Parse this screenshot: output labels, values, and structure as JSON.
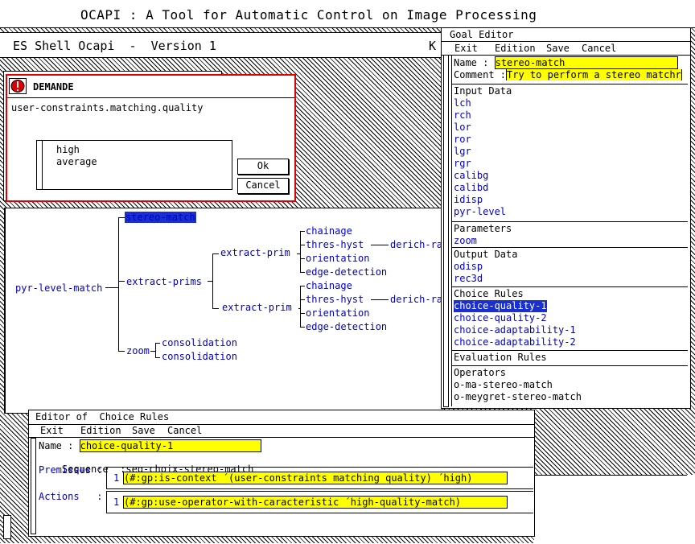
{
  "app": {
    "title": "OCAPI : A Tool for Automatic Control on Image Processing",
    "shell_title": "ES Shell Ocapi  -  Version 1",
    "shell_suffix": "K"
  },
  "demande": {
    "title": "DEMANDE",
    "question": "user-constraints.matching.quality",
    "options": [
      "high",
      "average"
    ],
    "ok_label": "Ok",
    "cancel_label": "Cancel",
    "icon": "exclamation-icon"
  },
  "tree": {
    "root": "pyr-level-match",
    "stereo": "stereo-match",
    "extract_prims": "extract-prims",
    "extract_prim_1": "extract-prim",
    "extract_prim_2": "extract-prim",
    "zoom": "zoom",
    "consolidation_1": "consolidation",
    "consolidation_2": "consolidation",
    "leaves_1": [
      "chainage",
      "thres-hyst",
      "orientation",
      "edge-detection"
    ],
    "leaves_2": [
      "chainage",
      "thres-hyst",
      "orientation",
      "edge-detection"
    ],
    "derich_1": "derich-ra",
    "derich_2": "derich-ra"
  },
  "goal_editor": {
    "title": "Goal Editor",
    "menu": [
      "Exit",
      "Edition",
      "Save",
      "Cancel"
    ],
    "name_label": "Name  :",
    "name_value": "stereo-match",
    "comment_label": "Comment :",
    "comment_value": "Try to perform a stereo matchr",
    "input_label": "Input Data",
    "inputs": [
      "lch",
      "rch",
      "lor",
      "ror",
      "lgr",
      "rgr",
      "calibg",
      "calibd",
      "idisp",
      "pyr-level"
    ],
    "params_label": "Parameters",
    "params": [
      "zoom"
    ],
    "output_label": "Output Data",
    "outputs": [
      "odisp",
      "rec3d"
    ],
    "choice_label": "Choice Rules",
    "choices": [
      "choice-quality-1",
      "choice-quality-2",
      "choice-adaptability-1",
      "choice-adaptability-2"
    ],
    "eval_label": "Evaluation Rules",
    "operators_label": "Operators",
    "operators": [
      "o-ma-stereo-match",
      "o-meygret-stereo-match"
    ]
  },
  "choice_editor": {
    "title": "Editor of  Choice Rules",
    "menu": [
      "Exit",
      "Edition",
      "Save",
      "Cancel"
    ],
    "name_label": "Name  :",
    "name_value": "choice-quality-1",
    "sequence_label": "Sequence",
    "sequence_value": ":seq-choix-stereo-match",
    "premisses_label": "Premisses :",
    "premiss_index": "1",
    "premiss_value": "(#:gp:is-context ´(user-constraints matching quality) ´high)",
    "actions_label": "Actions   :",
    "action_index": "1",
    "action_value": "(#:gp:use-operator-with-caracteristic ´high-quality-match)"
  },
  "colors": {
    "link_blue": "#0000cc",
    "selection_blue": "#1a2fcf",
    "highlight_yellow": "#ffff00",
    "dialog_border_red": "#e00000"
  }
}
